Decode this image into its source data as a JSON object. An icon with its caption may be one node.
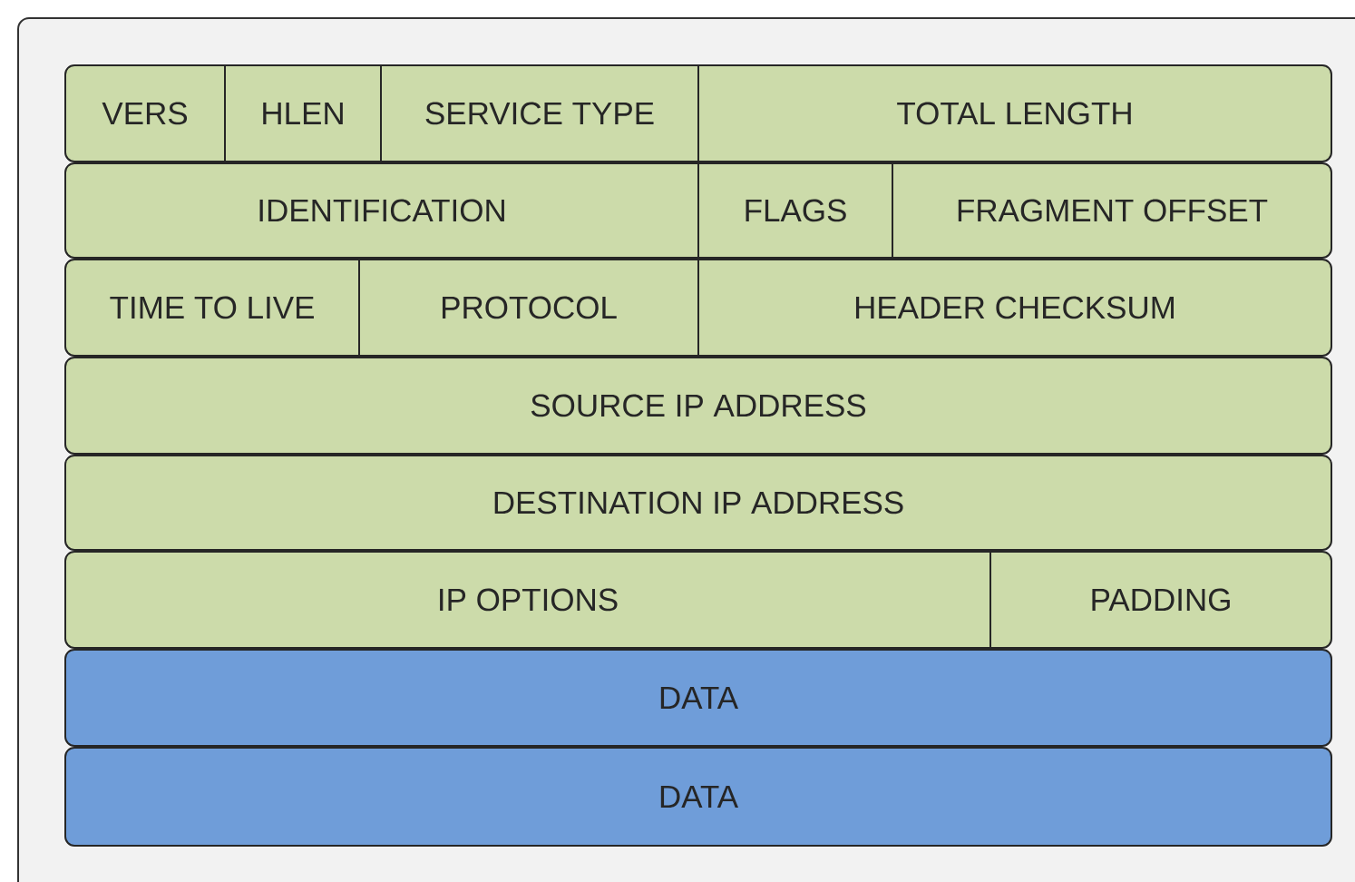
{
  "diagram": {
    "nodes": [
      {
        "text": [
          "VERS"
        ]
      },
      {
        "text": [
          "HLEN"
        ]
      },
      {
        "text": [
          "SERVICE TYPE"
        ]
      },
      {
        "text": [
          "TOTAL LENGTH"
        ]
      },
      {
        "text": [
          "IDENTIFICATION"
        ]
      },
      {
        "text": [
          "FLAGS"
        ]
      },
      {
        "text": [
          "FRAGMENT OFFSET"
        ]
      },
      {
        "text": [
          "TIME TO LIVE"
        ]
      },
      {
        "text": [
          "PROTOCOL"
        ]
      },
      {
        "text": [
          "HEADER CHECKSUM"
        ]
      },
      {
        "text": [
          "SOURCE IP ADDRESS"
        ]
      },
      {
        "text": [
          "DESTINATION IP ADDRESS"
        ]
      },
      {
        "text": [
          "IP OPTIONS"
        ]
      },
      {
        "text": [
          "PADDING"
        ]
      },
      {
        "text": [
          "DATA"
        ]
      },
      {
        "text": [
          "DATA"
        ]
      }
    ]
  }
}
